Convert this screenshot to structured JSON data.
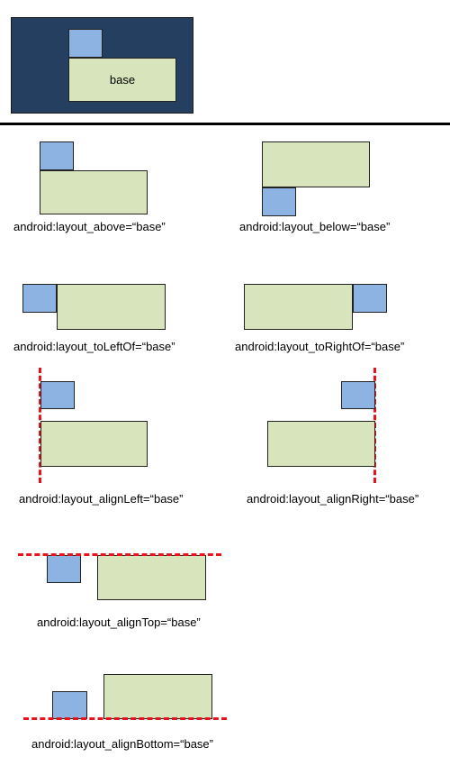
{
  "header": {
    "base_label": "base"
  },
  "examples": {
    "above": "android:layout_above=“base”",
    "below": "android:layout_below=“base”",
    "to_left_of": "android:layout_toLeftOf=“base”",
    "to_right_of": "android:layout_toRightOf=“base”",
    "align_left": "android:layout_alignLeft=“base”",
    "align_right": "android:layout_alignRight=“base”",
    "align_top": "android:layout_alignTop=“base”",
    "align_bottom": "android:layout_alignBottom=“base”"
  },
  "colors": {
    "panel_background": "#243f60",
    "base_box": "#d8e4bc",
    "child_box": "#8db3e2",
    "guide_line": "#e8121a"
  }
}
